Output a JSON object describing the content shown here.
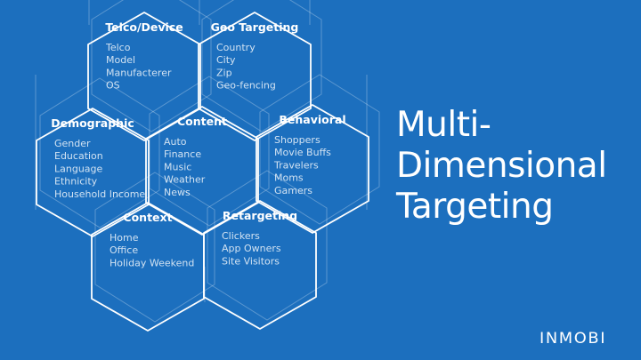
{
  "headline": [
    "Multi-",
    "Dimensional",
    "Targeting"
  ],
  "logo": "INMOBI",
  "colors": {
    "background": "#1c6fbe",
    "stroke": "#ffffff"
  },
  "hexagons": [
    {
      "id": "telco-device",
      "title": "Telco/Device",
      "items": [
        "Telco",
        "Model",
        "Manufacterer",
        "OS"
      ]
    },
    {
      "id": "geo-targeting",
      "title": "Geo Targeting",
      "items": [
        "Country",
        "City",
        "Zip",
        "Geo-fencing"
      ]
    },
    {
      "id": "demographic",
      "title": "Demographic",
      "items": [
        "Gender",
        "Education",
        "Language",
        "Ethnicity",
        "Household Income"
      ]
    },
    {
      "id": "content",
      "title": "Content",
      "items": [
        "Auto",
        "Finance",
        "Music",
        "Weather",
        "News"
      ]
    },
    {
      "id": "behavioral",
      "title": "Behavioral",
      "items": [
        "Shoppers",
        "Movie Buffs",
        "Travelers",
        "Moms",
        "Gamers"
      ]
    },
    {
      "id": "context",
      "title": "Context",
      "items": [
        "Home",
        "Office",
        "Holiday Weekend"
      ]
    },
    {
      "id": "retargeting",
      "title": "Retargeting",
      "items": [
        "Clickers",
        "App Owners",
        "Site Visitors"
      ]
    }
  ]
}
